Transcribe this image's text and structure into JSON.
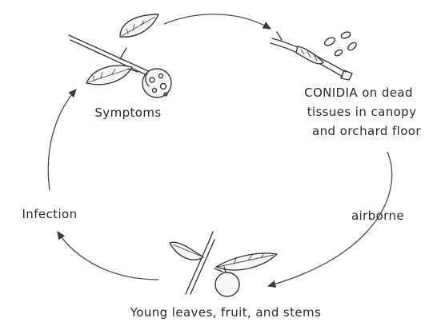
{
  "diagram": {
    "nodes": {
      "symptoms": {
        "label": "Symptoms"
      },
      "conidia": {
        "lines": [
          "CONIDIA on dead",
          "tissues in canopy",
          "and orchard floor"
        ]
      },
      "airborne": {
        "label": "airborne"
      },
      "young": {
        "label": "Young leaves, fruit, and stems"
      },
      "infection": {
        "label": "Infection"
      }
    },
    "cycle": [
      "symptoms",
      "conidia",
      "young",
      "infection",
      "symptoms"
    ]
  }
}
